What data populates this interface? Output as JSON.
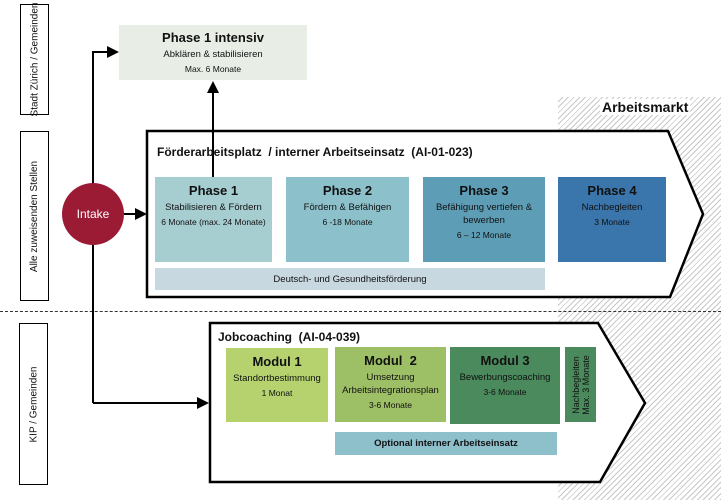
{
  "side_labels": [
    "Stadt Zürich / Gemeinden",
    "Alle zuweisenden Stellen",
    "KIP / Gemeinden"
  ],
  "intake": {
    "label": "Intake",
    "color": "#9b1b35"
  },
  "arbeitsmarkt": "Arbeitsmarkt",
  "phase1_intensiv": {
    "title": "Phase 1 intensiv",
    "subtitle": "Abklären & stabilisieren",
    "duration": "Max. 6 Monate"
  },
  "foerder": {
    "title": "Förderarbeitsplatz  / interner Arbeitseinsatz  (AI-01-023)",
    "phases": [
      {
        "title": "Phase 1",
        "subtitle": "Stabilisieren & Fördern",
        "duration": "6 Monate (max. 24 Monate)",
        "color": "#a6cdd0"
      },
      {
        "title": "Phase 2",
        "subtitle": "Fördern & Befähigen",
        "duration": "6 -18 Monate",
        "color": "#8cc1cb"
      },
      {
        "title": "Phase 3",
        "subtitle": "Befähigung vertiefen & bewerben",
        "duration": "6 – 12 Monate",
        "color": "#5e9db6"
      },
      {
        "title": "Phase 4",
        "subtitle": "Nachbegleiten",
        "duration": "3 Monate",
        "color": "#3a75ab"
      }
    ],
    "bar": "Deutsch- und Gesundheitsförderung"
  },
  "jobcoaching": {
    "title": "Jobcoaching  (AI-04-039)",
    "modules": [
      {
        "title": "Modul 1",
        "subtitle": "Standortbestimmung",
        "duration": "1 Monat",
        "color": "#b5d26f"
      },
      {
        "title": "Modul  2",
        "subtitle": "Umsetzung Arbeitsintegrationsplan",
        "duration": "3-6 Monate",
        "color": "#9dbf66"
      },
      {
        "title": "Modul 3",
        "subtitle": "Bewerbungscoaching",
        "duration": "3-6 Monate",
        "color": "#4a8a5c"
      }
    ],
    "nachbegleiten": {
      "line1": "Nachbegleiten",
      "line2": "Max. 3 Monate"
    },
    "bar": "Optional interner Arbeitseinsatz"
  }
}
